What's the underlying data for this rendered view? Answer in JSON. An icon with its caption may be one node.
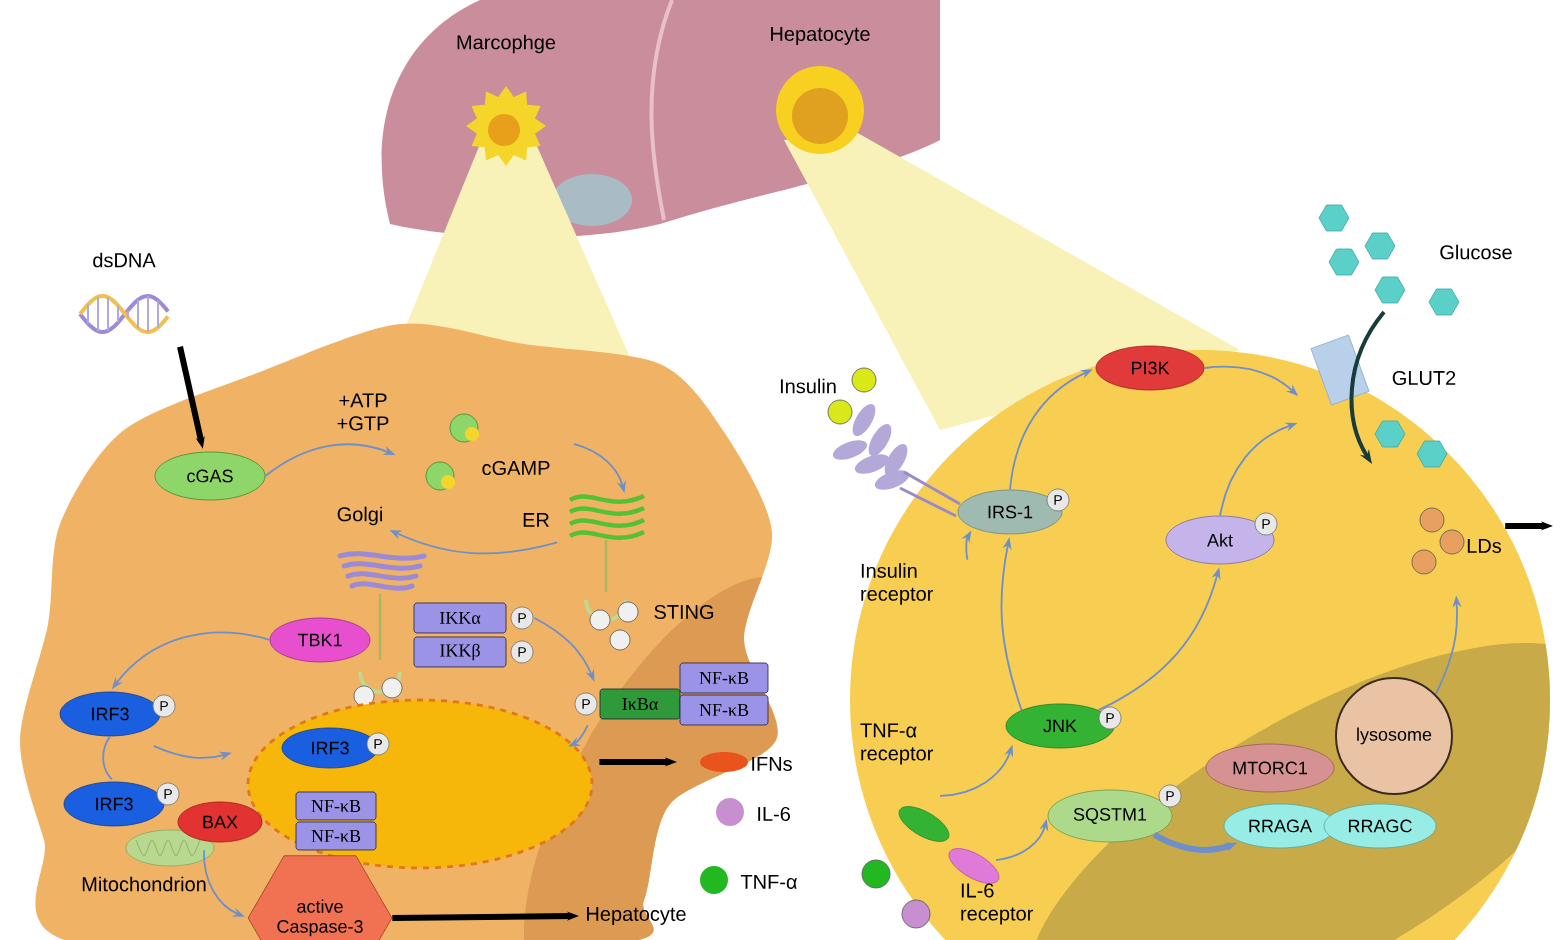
{
  "diagram": {
    "nodes": [
      {
        "text": [
          "dsDNA"
        ]
      },
      {
        "text": [
          "cGAS"
        ]
      },
      {
        "text": [
          "cGAMP"
        ]
      },
      {
        "text": [
          "ER"
        ]
      },
      {
        "text": [
          "STING"
        ]
      },
      {
        "text": [
          "Golgi"
        ]
      },
      {
        "text": [
          "TBK1"
        ]
      },
      {
        "text": [
          "IKKα",
          "P"
        ]
      },
      {
        "text": [
          "IKKβ",
          "P"
        ]
      },
      {
        "text": [
          "P",
          "IκBα"
        ]
      },
      {
        "text": [
          "NF-κB"
        ]
      },
      {
        "text": [
          "NF-κB"
        ]
      },
      {
        "text": [
          "IRF3",
          "P"
        ]
      },
      {
        "text": [],
        "shape": "ellipse"
      },
      {
        "text": [
          "IRF3",
          "P"
        ],
        "in": 13
      },
      {
        "text": [
          "NF-κB"
        ],
        "in": 13
      },
      {
        "text": [
          "NF-κB"
        ],
        "in": 13
      },
      {
        "text": [
          "IRF3",
          "P"
        ]
      },
      {
        "text": [
          "BAX"
        ]
      },
      {
        "text": [
          "Mitochondrion"
        ]
      },
      {
        "text": [
          "active Caspase-3"
        ]
      },
      {
        "text": [
          "Hepatocyte"
        ]
      },
      {
        "text": [
          "Insulin"
        ]
      },
      {
        "text": [
          "Insulin receptor"
        ]
      },
      {
        "text": [
          "IRS-1",
          "P"
        ]
      },
      {
        "text": [
          "PI3K"
        ]
      },
      {
        "text": [
          "Akt",
          "P"
        ]
      },
      {
        "text": [
          "GLUT2"
        ]
      },
      {
        "text": [
          "JNK",
          "P"
        ]
      },
      {
        "text": [
          "TNF-α receptor"
        ]
      },
      {
        "text": [
          "SQSTM1",
          "P"
        ]
      },
      {
        "text": [
          "IL-6 receptor"
        ]
      },
      {
        "text": [
          "MTORC1"
        ]
      },
      {
        "text": [
          "lysosome"
        ]
      },
      {
        "text": [
          "RRAGA"
        ]
      },
      {
        "text": [
          "RRAGC"
        ]
      },
      {
        "text": [
          "LDs"
        ]
      }
    ],
    "edges": [
      {
        "from": 0,
        "to": 1,
        "arrow": "to",
        "style": "thick",
        "color": "#000000"
      },
      {
        "from": 1,
        "to": 2,
        "arrow": "to",
        "label": "+ATP +GTP"
      },
      {
        "from": 2,
        "to": 3,
        "arrow": "to"
      },
      {
        "from": 3,
        "to": 5,
        "arrow": "to"
      },
      {
        "from": 6,
        "to": 12,
        "arrow": "to"
      },
      {
        "from": 7,
        "to": 9,
        "arrow": "to"
      },
      {
        "from": 12,
        "to": 13,
        "arrow": "to"
      },
      {
        "from": 9,
        "to": 13,
        "arrow": "to"
      },
      {
        "from": 12,
        "to": 17,
        "arrow": "none"
      },
      {
        "from": 18,
        "to": 20,
        "arrow": "to"
      },
      {
        "from": 20,
        "to": 21,
        "arrow": "to",
        "style": "thick",
        "color": "#000000"
      },
      {
        "from": 13,
        "to": null,
        "arrow": "to",
        "style": "thick",
        "color": "#000000"
      },
      {
        "from": 23,
        "to": 24,
        "arrow": "to"
      },
      {
        "from": 24,
        "to": 25,
        "arrow": "to"
      },
      {
        "from": 25,
        "to": 27,
        "arrow": "to"
      },
      {
        "from": 26,
        "to": 27,
        "arrow": "to"
      },
      {
        "from": 28,
        "to": 24,
        "arrow": "to"
      },
      {
        "from": 28,
        "to": 26,
        "arrow": "to"
      },
      {
        "from": 29,
        "to": 28,
        "arrow": "to"
      },
      {
        "from": 31,
        "to": 30,
        "arrow": "to"
      },
      {
        "from": 30,
        "to": 34,
        "arrow": "to",
        "style": "thick"
      },
      {
        "from": 33,
        "to": 36,
        "arrow": "to"
      },
      {
        "from": 36,
        "to": null,
        "arrow": "to",
        "style": "thick",
        "color": "#000000"
      }
    ],
    "labels": [
      "Marcophge",
      "Hepatocyte",
      "Glucose"
    ],
    "legend": [
      {
        "text": "IFNs",
        "color": "#e8541c"
      },
      {
        "text": "IL-6",
        "color": "#c88fd0"
      },
      {
        "text": "TNF-α",
        "color": "#22b822"
      }
    ]
  }
}
